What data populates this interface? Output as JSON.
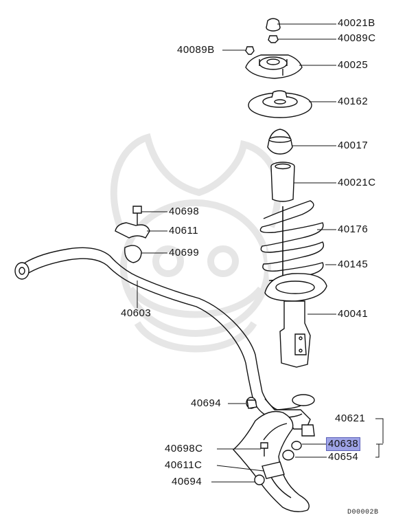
{
  "parts": [
    {
      "id": "p1",
      "number": "40021B"
    },
    {
      "id": "p2",
      "number": "40089C"
    },
    {
      "id": "p3",
      "number": "40089B"
    },
    {
      "id": "p4",
      "number": "40025"
    },
    {
      "id": "p5",
      "number": "40162"
    },
    {
      "id": "p6",
      "number": "40017"
    },
    {
      "id": "p7",
      "number": "40021C"
    },
    {
      "id": "p8",
      "number": "40698"
    },
    {
      "id": "p9",
      "number": "40611"
    },
    {
      "id": "p10",
      "number": "40176"
    },
    {
      "id": "p11",
      "number": "40699"
    },
    {
      "id": "p12",
      "number": "40145"
    },
    {
      "id": "p13",
      "number": "40603"
    },
    {
      "id": "p14",
      "number": "40041"
    },
    {
      "id": "p15",
      "number": "40694"
    },
    {
      "id": "p16",
      "number": "40621"
    },
    {
      "id": "p17",
      "number": "40638"
    },
    {
      "id": "p18",
      "number": "40698C"
    },
    {
      "id": "p19",
      "number": "40654"
    },
    {
      "id": "p20",
      "number": "40611C"
    },
    {
      "id": "p21",
      "number": "40694"
    }
  ],
  "highlighted_part": "40638",
  "diagram_code": "D00002B",
  "colors": {
    "highlight": "#9ea3e6",
    "line": "#111111",
    "watermark": "#e4e4e4"
  }
}
